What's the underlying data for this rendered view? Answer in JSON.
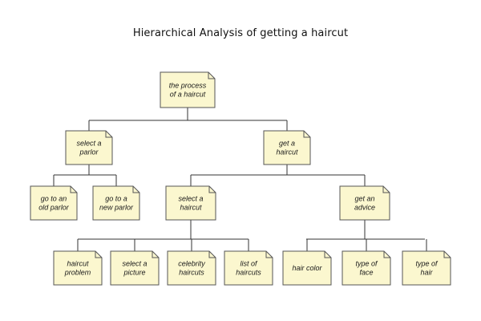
{
  "diagram": {
    "title": "Hierarchical Analysis of getting a haircut",
    "colors": {
      "node_fill": "#fbf7cf",
      "node_stroke": "#555555",
      "line": "#333333"
    },
    "nodes": [
      {
        "id": "root",
        "lines": [
          "the process",
          "of a haircut"
        ]
      },
      {
        "id": "parlor",
        "lines": [
          "select a",
          "parlor"
        ]
      },
      {
        "id": "get-haircut",
        "lines": [
          "get a",
          "haircut"
        ]
      },
      {
        "id": "old-parlor",
        "lines": [
          "go to an",
          "old parlor"
        ]
      },
      {
        "id": "new-parlor",
        "lines": [
          "go to a",
          "new parlor"
        ]
      },
      {
        "id": "select-haircut",
        "lines": [
          "select a",
          "haircut"
        ]
      },
      {
        "id": "advice",
        "lines": [
          "get an",
          "advice"
        ]
      },
      {
        "id": "problem",
        "lines": [
          "haircut",
          "problem"
        ]
      },
      {
        "id": "picture",
        "lines": [
          "select a",
          "picture"
        ]
      },
      {
        "id": "celebrity",
        "lines": [
          "celebrity",
          "haircuts"
        ]
      },
      {
        "id": "list",
        "lines": [
          "list of",
          "haircuts"
        ]
      },
      {
        "id": "hair-color",
        "lines": [
          "hair color"
        ]
      },
      {
        "id": "face",
        "lines": [
          "type of",
          "face"
        ]
      },
      {
        "id": "hair-type",
        "lines": [
          "type of",
          "hair"
        ]
      }
    ],
    "edges": [
      [
        "root",
        "parlor"
      ],
      [
        "root",
        "get-haircut"
      ],
      [
        "parlor",
        "old-parlor"
      ],
      [
        "parlor",
        "new-parlor"
      ],
      [
        "get-haircut",
        "select-haircut"
      ],
      [
        "get-haircut",
        "advice"
      ],
      [
        "select-haircut",
        "problem"
      ],
      [
        "select-haircut",
        "picture"
      ],
      [
        "select-haircut",
        "celebrity"
      ],
      [
        "select-haircut",
        "list"
      ],
      [
        "advice",
        "hair-color"
      ],
      [
        "advice",
        "face"
      ],
      [
        "advice",
        "hair-type"
      ]
    ]
  }
}
